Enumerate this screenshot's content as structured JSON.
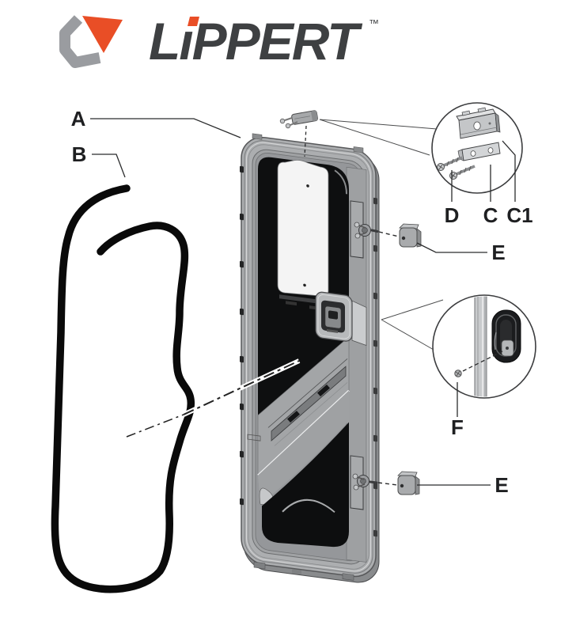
{
  "page": {
    "background": "#FFFFFF"
  },
  "logo": {
    "wordmark": "LiPPERT",
    "wordmark_parts": {
      "l": "L",
      "i_stem": "ı",
      "rest": "PPERT"
    },
    "trademark": "™",
    "colors": {
      "orange": "#E94E26",
      "gray": "#9A9CA0",
      "charcoal": "#3E4042"
    }
  },
  "callouts": {
    "a": "A",
    "b": "B",
    "d": "D",
    "c": "C",
    "c1": "C1",
    "e_upper": "E",
    "e_lower": "E",
    "f": "F"
  },
  "line_color": "#2B2C2D"
}
